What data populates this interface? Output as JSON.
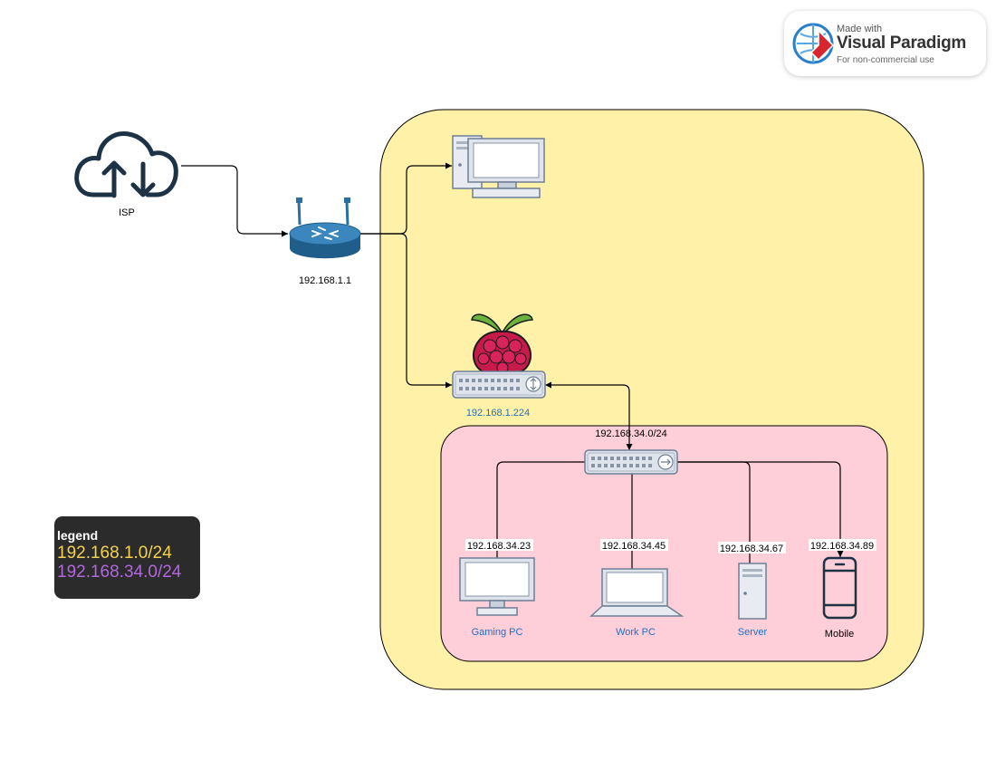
{
  "badge": {
    "made_with": "Made with",
    "brand": "Visual Paradigm",
    "subtitle": "For non-commercial use"
  },
  "nodes": {
    "isp": "ISP",
    "router": "192.168.1.1",
    "raspberry_pi": "192.168.1.224",
    "subnet_switch": "192.168.34.0/24",
    "gaming_pc_ip": "192.168.34.23",
    "gaming_pc": "Gaming PC",
    "work_pc_ip": "192.168.34.45",
    "work_pc": "Work PC",
    "server_ip": "192.168.34.67",
    "server": "Server",
    "mobile_ip": "192.168.34.89",
    "mobile": "Mobile"
  },
  "legend": {
    "title": "legend",
    "entries": [
      {
        "label": "192.168.1.0/24",
        "color": "#f4d24f"
      },
      {
        "label": "192.168.34.0/24",
        "color": "#b266e0"
      }
    ]
  },
  "colors": {
    "outer_zone": "#fff1a8",
    "inner_zone": "#ffcfd9",
    "device_label_blue": "#1f6fc4",
    "router_blue": "#2b6f9f",
    "cloud": "#1d3345"
  }
}
